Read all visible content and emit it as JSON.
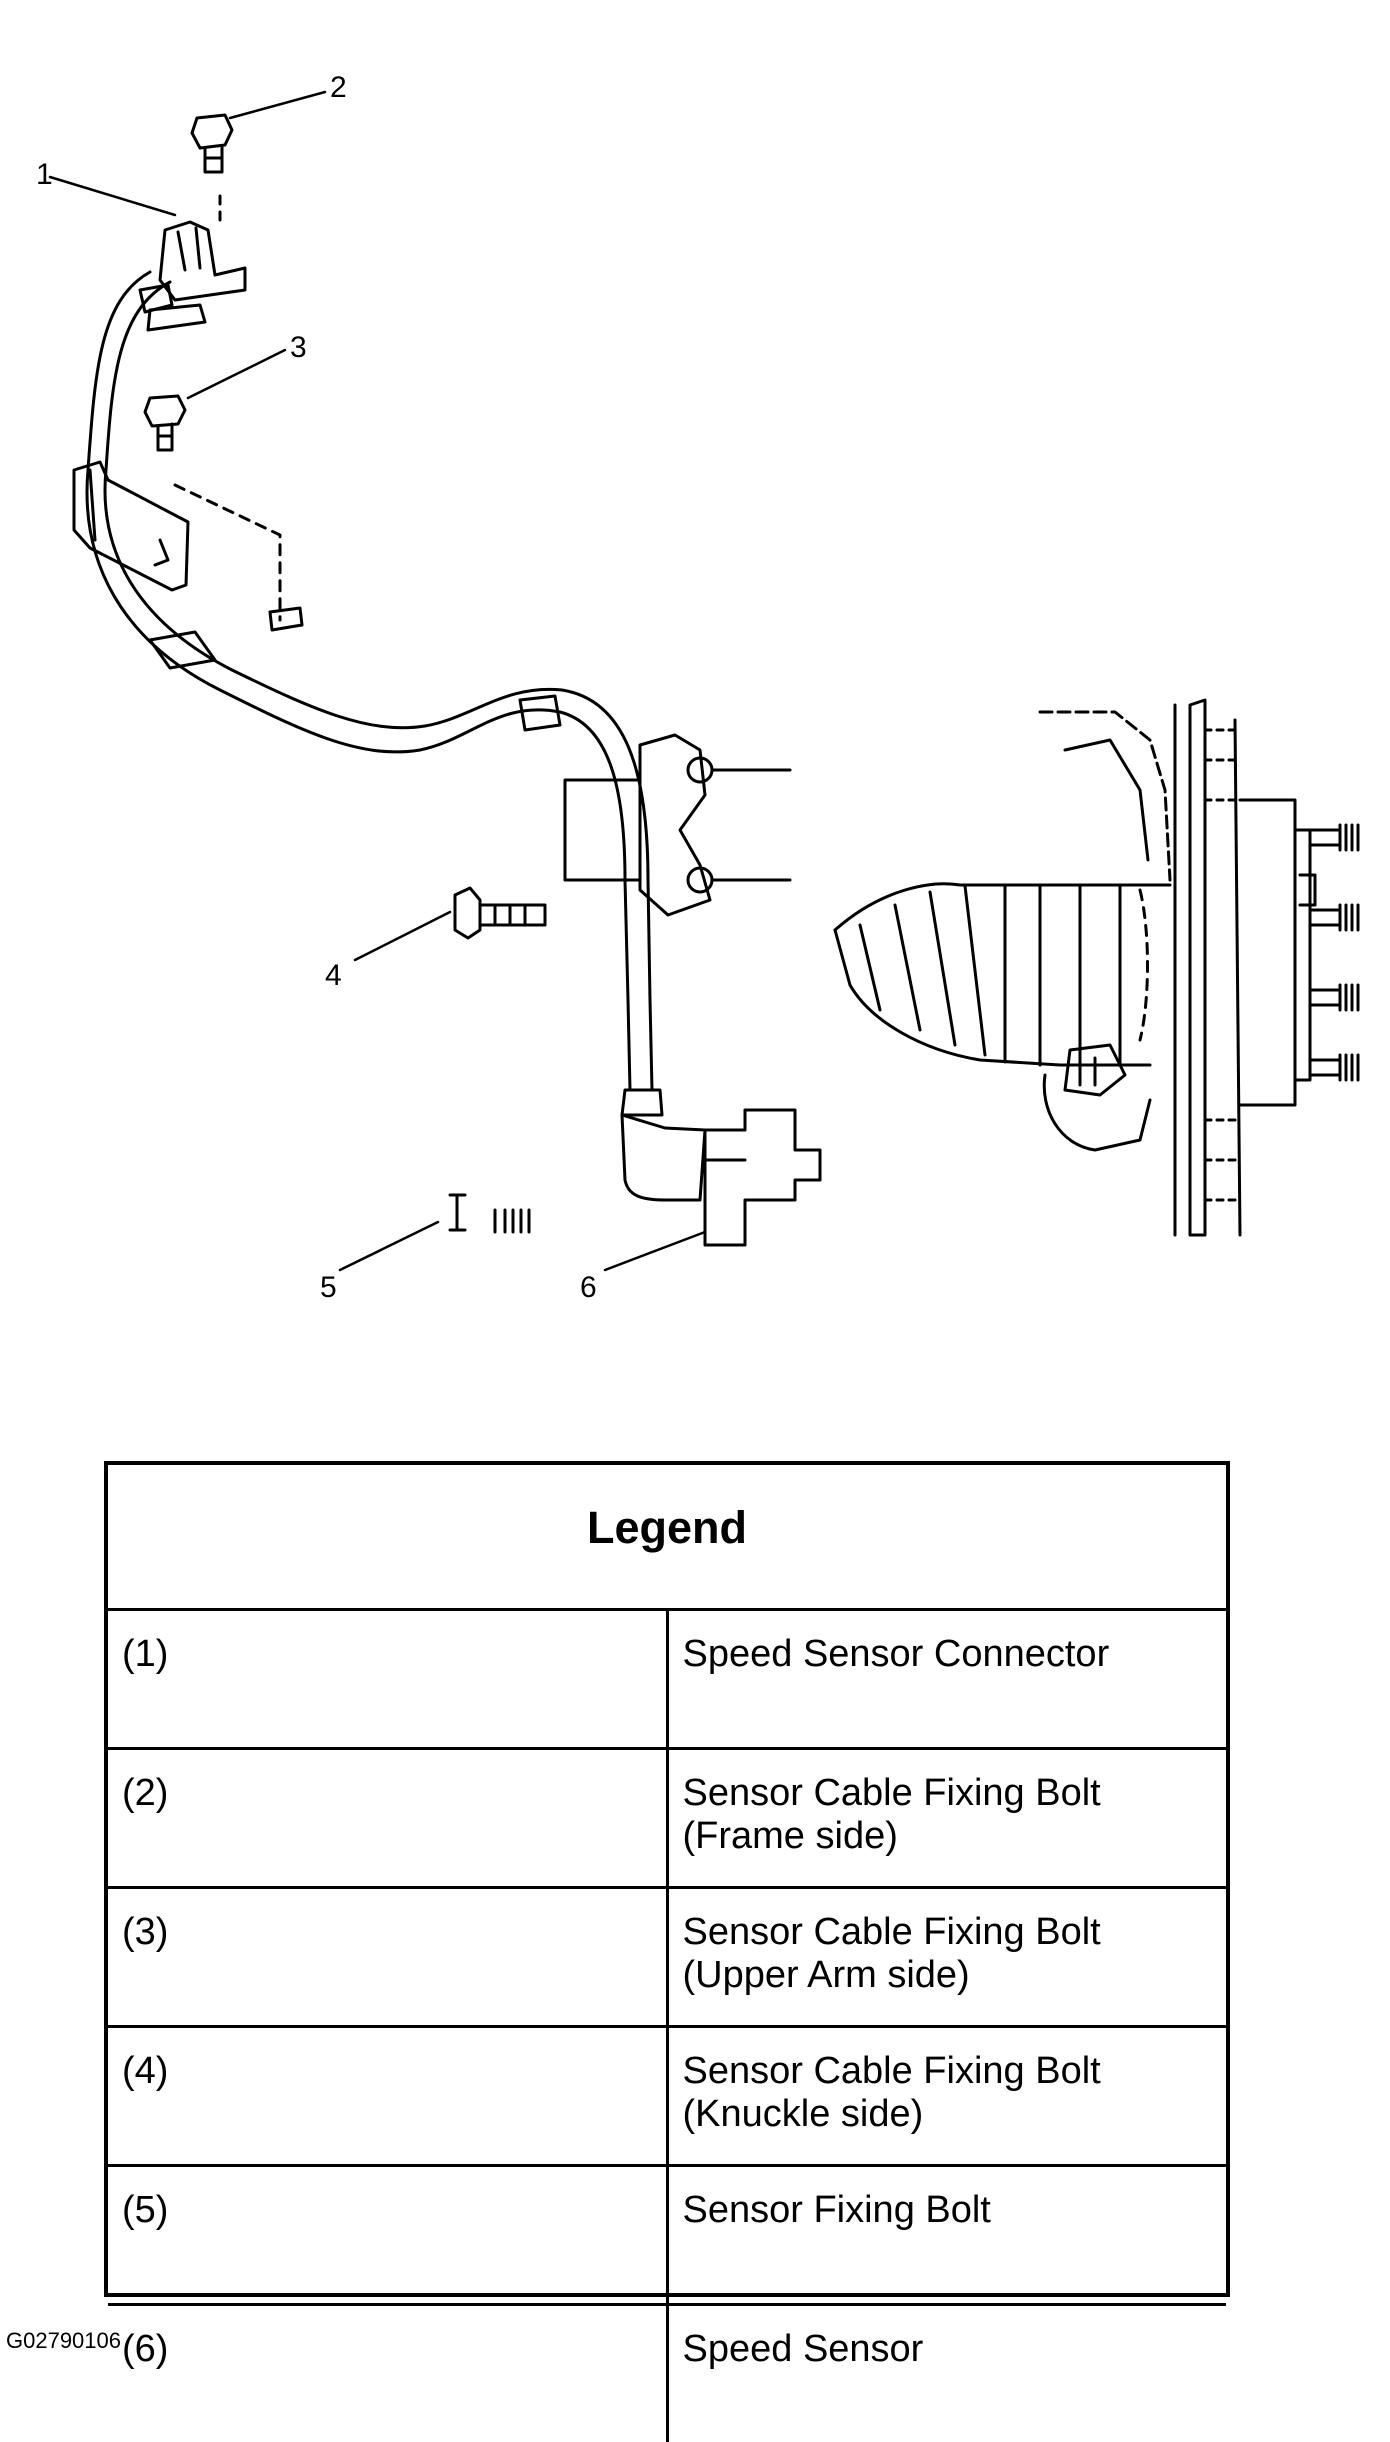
{
  "callouts": [
    "1",
    "2",
    "3",
    "4",
    "5",
    "6"
  ],
  "legend": {
    "title": "Legend",
    "rows": [
      {
        "num": "(1)",
        "desc": "Speed Sensor Connector"
      },
      {
        "num": "(2)",
        "desc": "Sensor Cable Fixing Bolt (Frame side)"
      },
      {
        "num": "(3)",
        "desc": "Sensor Cable Fixing Bolt (Upper Arm side)"
      },
      {
        "num": "(4)",
        "desc": "Sensor Cable Fixing Bolt (Knuckle side)"
      },
      {
        "num": "(5)",
        "desc": "Sensor Fixing Bolt"
      },
      {
        "num": "(6)",
        "desc": "Speed Sensor"
      }
    ]
  },
  "figure_id": "G02790106"
}
